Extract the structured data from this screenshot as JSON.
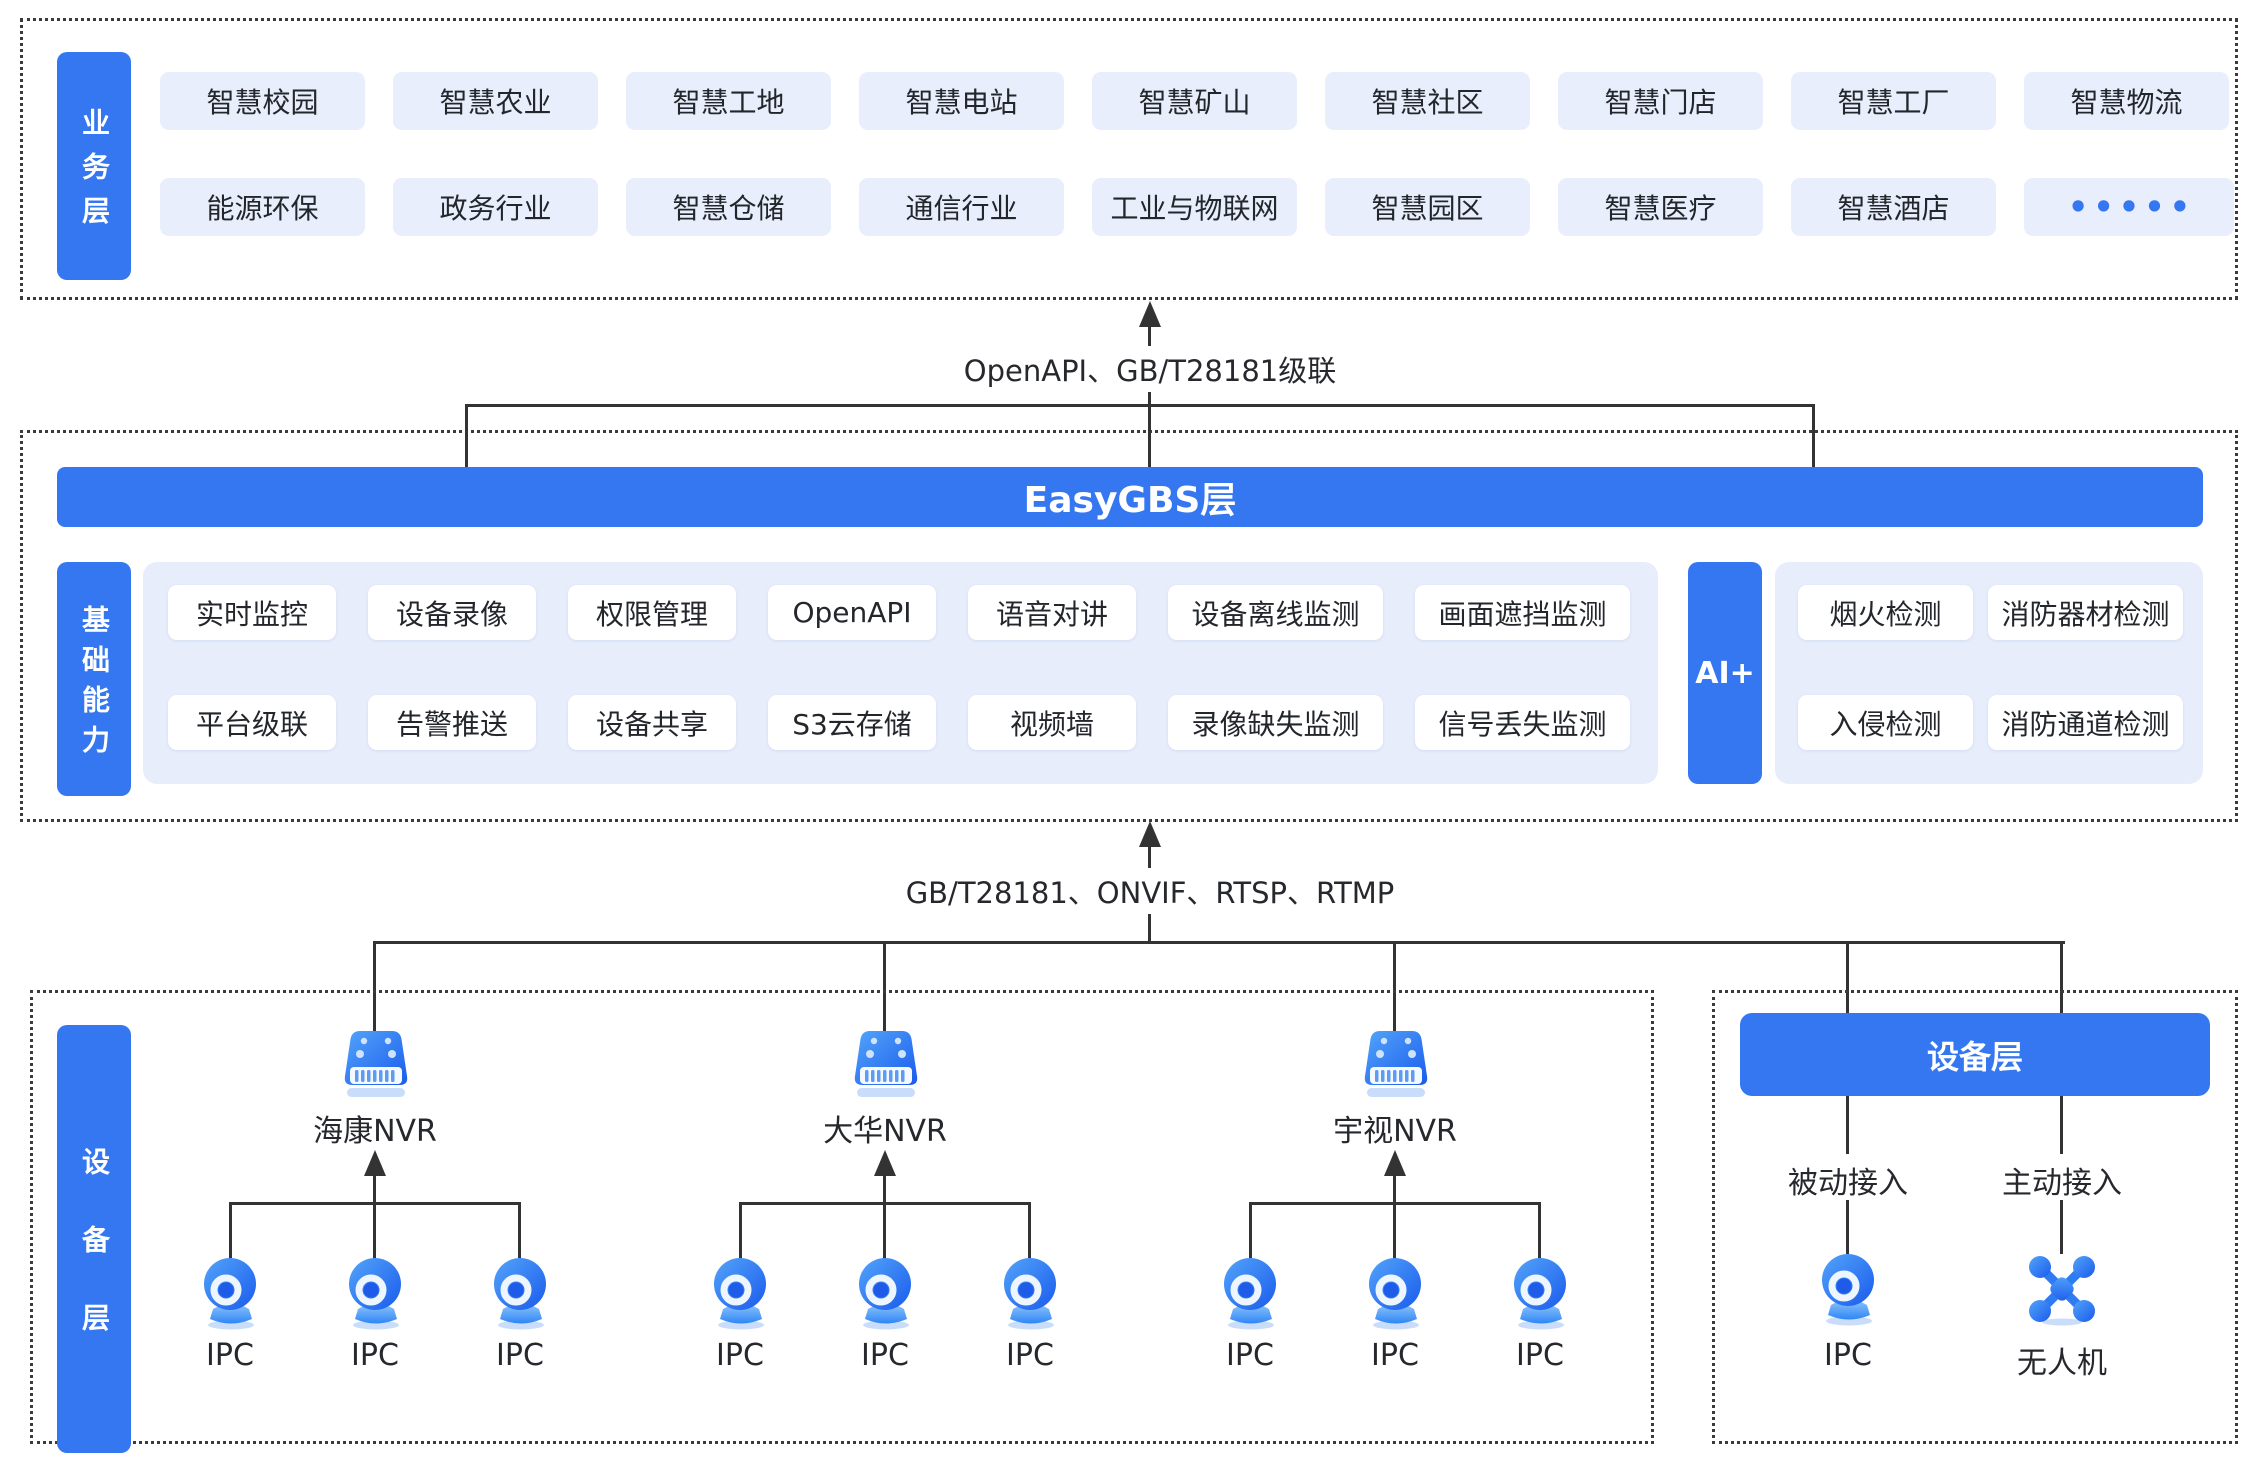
{
  "colors": {
    "accent_blue": "#3577F1",
    "chip_bg": "#E8EEFC",
    "panel_bg": "#E7EDFB",
    "line": "#333333",
    "text": "#23262B"
  },
  "business": {
    "label": "业务层",
    "row1": [
      "智慧校园",
      "智慧农业",
      "智慧工地",
      "智慧电站",
      "智慧矿山",
      "智慧社区",
      "智慧门店",
      "智慧工厂",
      "智慧物流"
    ],
    "row2": [
      "能源环保",
      "政务行业",
      "智慧仓储",
      "通信行业",
      "工业与物联网",
      "智慧园区",
      "智慧医疗",
      "智慧酒店",
      "•••••"
    ]
  },
  "connector_top": {
    "label": "OpenAPI、GB/T28181级联"
  },
  "easygbs": {
    "banner": "EasyGBS层",
    "base": {
      "label": "基础能力",
      "row1": [
        "实时监控",
        "设备录像",
        "权限管理",
        "OpenAPI",
        "语音对讲",
        "设备离线监测",
        "画面遮挡监测"
      ],
      "row2": [
        "平台级联",
        "告警推送",
        "设备共享",
        "S3云存储",
        "视频墙",
        "录像缺失监测",
        "信号丢失监测"
      ]
    },
    "ai": {
      "label": "AI+",
      "row1": [
        "烟火检测",
        "消防器材检测"
      ],
      "row2": [
        "入侵检测",
        "消防通道检测"
      ]
    }
  },
  "connector_bottom": {
    "label": "GB/T28181、ONVIF、RTSP、RTMP"
  },
  "devices": {
    "label": "设备层",
    "groups": [
      {
        "nvr": "海康NVR",
        "ipc1": "IPC",
        "ipc2": "IPC",
        "ipc3": "IPC"
      },
      {
        "nvr": "大华NVR",
        "ipc1": "IPC",
        "ipc2": "IPC",
        "ipc3": "IPC"
      },
      {
        "nvr": "宇视NVR",
        "ipc1": "IPC",
        "ipc2": "IPC",
        "ipc3": "IPC"
      }
    ],
    "right": {
      "banner": "设备层",
      "passive_label": "被动接入",
      "passive_device": "IPC",
      "active_label": "主动接入",
      "active_device": "无人机"
    }
  }
}
